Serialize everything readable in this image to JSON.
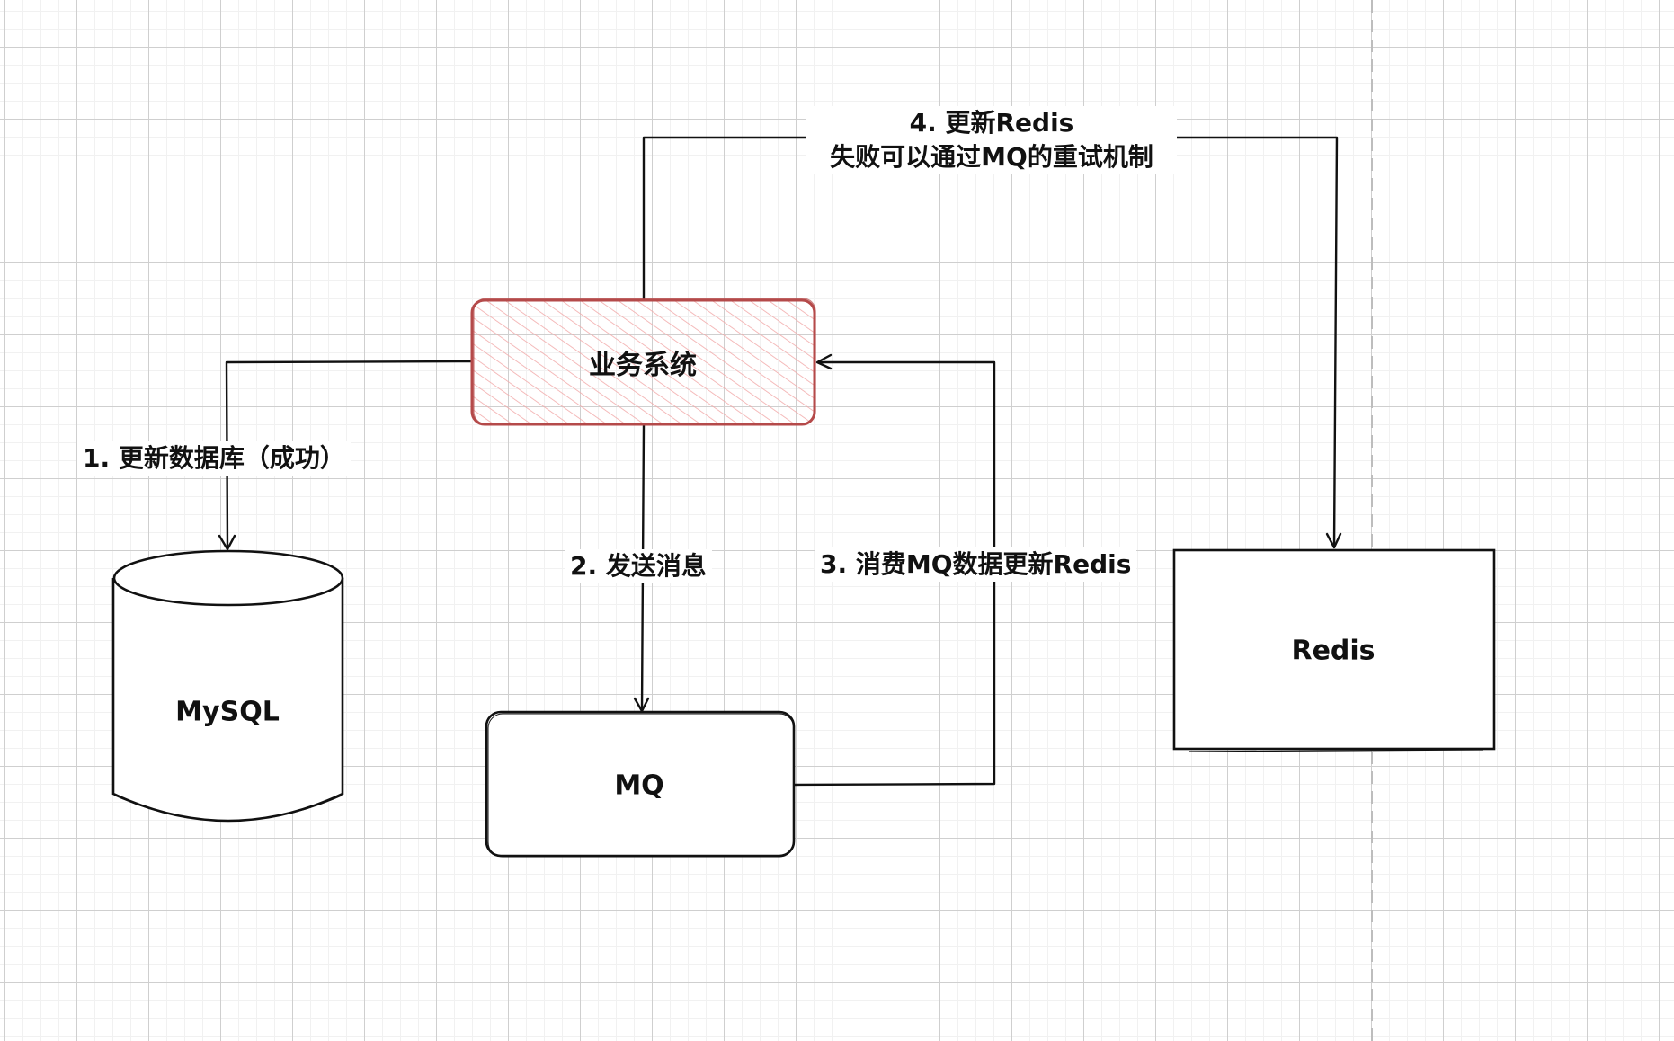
{
  "diagram": {
    "colors": {
      "stroke": "#111111",
      "highlight_stroke": "#b54a4a",
      "highlight_hatch": "#f2aaaa",
      "page_boundary": "#bdbdbd"
    },
    "nodes": {
      "business": {
        "label": "业务系统",
        "shape": "rounded-rect",
        "highlighted": true
      },
      "mysql": {
        "label": "MySQL",
        "shape": "cylinder"
      },
      "mq": {
        "label": "MQ",
        "shape": "rounded-rect"
      },
      "redis": {
        "label": "Redis",
        "shape": "rect"
      }
    },
    "edges": [
      {
        "from": "business",
        "to": "mysql",
        "label": "1. 更新数据库（成功）"
      },
      {
        "from": "business",
        "to": "mq",
        "label": "2. 发送消息"
      },
      {
        "from": "mq",
        "to": "business",
        "label": "3. 消费MQ数据更新Redis"
      },
      {
        "from": "business",
        "to": "redis",
        "label_line1": "4. 更新Redis",
        "label_line2": "失败可以通过MQ的重试机制"
      }
    ]
  }
}
